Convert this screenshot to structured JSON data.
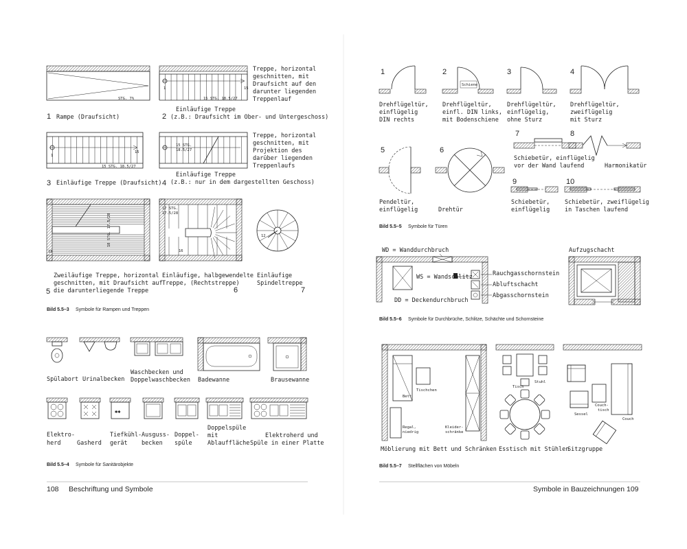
{
  "left_page": {
    "stairs": {
      "s1_label": "Rampe (Draufsicht)",
      "s1_num": "1",
      "s1_stg": "STG. 7%",
      "s2_num": "2",
      "s2_stg": "15 STG. 18.5/27",
      "s2_desc": [
        "Treppe, horizontal",
        "geschnitten, mit",
        "Draufsicht auf den",
        "darunter liegenden",
        "Treppenlauf"
      ],
      "s2_title": [
        "Einläufige Treppe",
        "(z.B.: Draufsicht im Ober- und Untergeschoss)"
      ],
      "s3_num": "3",
      "s3_label": "Einläufige Treppe (Draufsicht)",
      "s3_stg": "15 STG. 18.5/27",
      "s4_num": "4",
      "s4_stg": [
        "15 STG.",
        "18.5/27"
      ],
      "s4_desc": [
        "Treppe, horizontal",
        "geschnitten, mit",
        "Projektion des",
        "darüber liegenden",
        "Treppenlaufs"
      ],
      "s4_title": [
        "Einläufige Treppe",
        "(z.B.: nur in dem dargestellten Geschoss)"
      ],
      "s5_num": "5",
      "s5_stg": "18 STG. 17.5/28",
      "s5_desc": [
        "Zweiläufige Treppe, horizontal",
        "geschnitten, mit Draufsicht auf",
        "die darunterliegende Treppe"
      ],
      "s6_num": "6",
      "s6_stg": [
        "17 STG.",
        "17.5/28"
      ],
      "s6_desc": [
        "Einläufige, halbgewendelte",
        "Treppe, (Rechtstreppe)"
      ],
      "s7_num": "7",
      "s7_desc": [
        "Einläufige",
        "Spindeltreppe"
      ],
      "small_1": "1",
      "small_15": "15",
      "small_18": "18",
      "small_16": "16",
      "small_12": "12",
      "caption_bold": "Bild 5.5–3",
      "caption": "Symbole für Rampen und Treppen"
    },
    "sanitary": {
      "row1": [
        "Spülabort",
        "Urinalbecken",
        "Waschbecken und",
        "Doppelwaschbecken",
        "Badewanne",
        "Brausewanne"
      ],
      "row2": {
        "elektroherd": [
          "Elektro-",
          "herd"
        ],
        "gasherd": "Gasherd",
        "tiefkuehl": [
          "Tiefkühl-",
          "gerät"
        ],
        "ausguss": [
          "Ausguss-",
          "becken"
        ],
        "doppelspuele": [
          "Doppel-",
          "spüle"
        ],
        "ablauf": [
          "Doppelspüle",
          "mit",
          "Ablauffläche"
        ],
        "kombi": [
          "Elektroherd und",
          "Spüle in einer Platte"
        ]
      },
      "caption_bold": "Bild 5.5–4",
      "caption": "Symbole für Sanitärobjekte"
    },
    "footer_page": "108",
    "footer_title": "Beschriftung und Symbole"
  },
  "right_page": {
    "doors": {
      "nums": [
        "1",
        "2",
        "3",
        "4",
        "5",
        "6",
        "7",
        "8",
        "9",
        "10"
      ],
      "schiene": "Schiene",
      "d1": [
        "Drehflügeltür,",
        "einflügelig",
        "DIN rechts"
      ],
      "d2": [
        "Drehflügeltür,",
        "einfl. DIN links,",
        "mit Bodenschiene"
      ],
      "d3": [
        "Drehflügeltür,",
        "einflügelig,",
        "ohne Sturz"
      ],
      "d4": [
        "Drehflügeltür,",
        "zweiflügelig",
        "mit Sturz"
      ],
      "d5": [
        "Pendeltür,",
        "einflügelig"
      ],
      "d6": "Drehtür",
      "d7": [
        "Schiebetür, einflügelig",
        "vor der Wand laufend"
      ],
      "d8": "Harmonikatür",
      "d9": [
        "Schiebetür,",
        "einflügelig"
      ],
      "d10": [
        "Schiebetür, zweiflügelig",
        "in Taschen laufend"
      ],
      "caption_bold": "Bild 5.5–5",
      "caption": "Symbole für Türen"
    },
    "openings": {
      "wd": "WD = Wanddurchbruch",
      "ws": "WS = Wandschlitz",
      "dd": "DD = Deckendurchbruch",
      "rauch": "Rauchgasschornstein",
      "abluft": "Abluftschacht",
      "abgas": "Abgasschornstein",
      "aufzug": "Aufzugschacht",
      "caption_bold": "Bild 5.5–6",
      "caption": "Symbole für Durchbrüche, Schlitze, Schächte und Schornsteine"
    },
    "furniture": {
      "bett": "Bett",
      "tischchen": "Tischchen",
      "regal": [
        "Regal,",
        "niedrig"
      ],
      "kleider": [
        "Kleider-",
        "schränke"
      ],
      "stuhl": "Stuhl",
      "tisch": "Tisch",
      "sessel": "Sessel",
      "couchtisch": [
        "Couch-",
        "tisch"
      ],
      "couch": "Couch",
      "l1": "Möblierung mit Bett und Schränken",
      "l2": "Esstisch mit Stühlen",
      "l3": "Sitzgruppe",
      "caption_bold": "Bild 5.5–7",
      "caption": "Stellflächen von Möbeln"
    },
    "footer_page": "109",
    "footer_title": "Symbole in Bauzeichnungen"
  }
}
